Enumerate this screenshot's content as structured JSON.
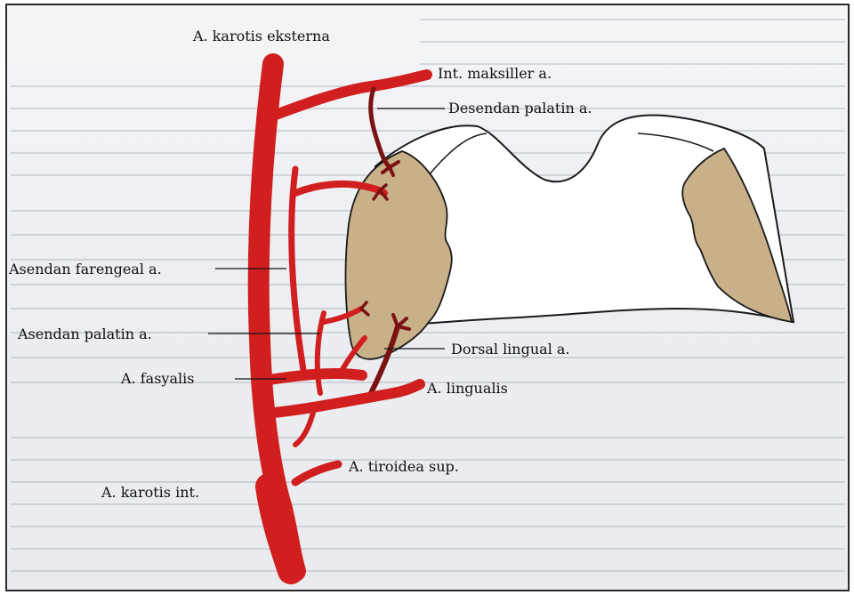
{
  "labels": {
    "karotis_eksterna": "A. karotis eksterna",
    "int_maksiller": "Int. maksiller a.",
    "desendan_palatin": "Desendan palatin a.",
    "asendan_farengeal": "Asendan farengeal a.",
    "asendan_palatin": "Asendan palatin a.",
    "dorsal_lingual": "Dorsal lingual a.",
    "fasyalis": "A. fasyalis",
    "lingualis": "A. lingualis",
    "tiroidea_sup": "A. tiroidea sup.",
    "karotis_int": "A. karotis int."
  },
  "colors": {
    "artery": "#d11f1f",
    "artery_shadow": "#7a1212",
    "tonsil": "#c8b089",
    "background": "#eceef2"
  }
}
